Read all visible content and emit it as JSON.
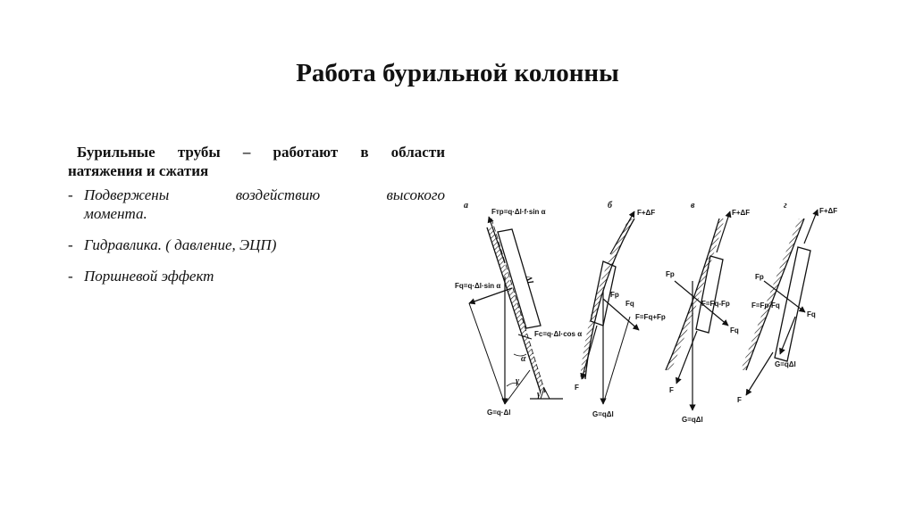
{
  "slide": {
    "title": "Работа бурильной колонны",
    "lead_line1": "Бурильные трубы – работают в области",
    "lead_line2": "натяжения и сжатия",
    "bullets": [
      {
        "dash": "-",
        "line1": "Подвержены воздействию высокого",
        "line2": "момента."
      },
      {
        "dash": "-",
        "line1": "Гидравлика. ( давление, ЭЦП)"
      },
      {
        "dash": "-",
        "line1": "Поршневой эффект"
      }
    ]
  },
  "figure": {
    "panels": [
      "а",
      "б",
      "в",
      "г"
    ],
    "labels": {
      "a_ftr": "Fтр=q·Δl·f·sin α",
      "a_fq": "Fq=q·Δl·sin α",
      "a_dl": "Δl",
      "a_fc": "Fc=q·Δl·cos α",
      "a_alpha": "α",
      "a_gamma": "γ",
      "a_gamma2": "γ",
      "a_g": "G=q·Δl",
      "b_fdf": "F+ΔF",
      "b_fp": "Fp",
      "b_fq": "Fq",
      "b_sum": "F=Fq+Fp",
      "b_f": "F",
      "b_g": "G=qΔl",
      "v_fdf": "F+ΔF",
      "v_fp": "Fp",
      "v_diff": "F=Fq-Fp",
      "v_fq": "Fq",
      "v_f": "F",
      "v_g": "G=qΔl",
      "g_fdf": "F+ΔF",
      "g_fp": "Fp",
      "g_diff": "F=Fp-Fq",
      "g_fq": "Fq",
      "g_g": "G=qΔl",
      "g_f": "F"
    }
  }
}
